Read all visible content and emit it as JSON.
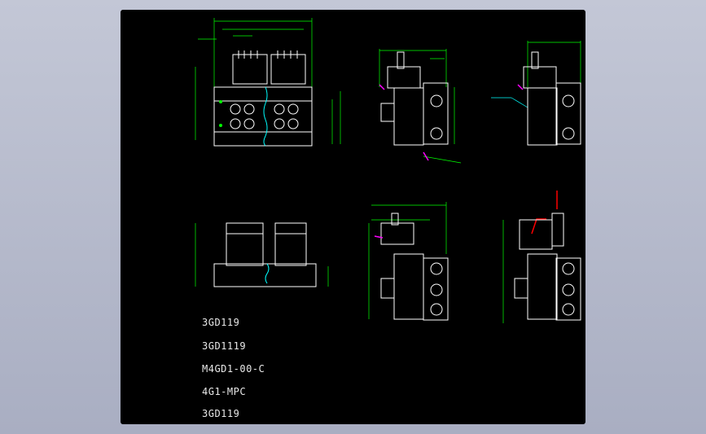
{
  "drawing": {
    "background": "#000000",
    "colors": {
      "outline": "#ffffff",
      "dimension": "#ffff00",
      "dimension_line": "#00ff00",
      "leader": "#00ffff",
      "accent": "#ff00ff",
      "red": "#ff0000"
    },
    "part_labels": [
      "3GD119",
      "3GD1119",
      "M4GD1-00-C",
      "4G1-MPC",
      "3GD119"
    ]
  }
}
